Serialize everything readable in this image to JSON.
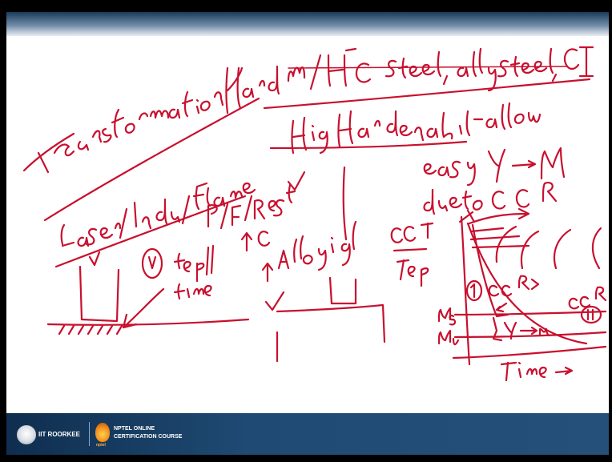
{
  "footer": {
    "institute_label": "IIT ROORKEE",
    "course_line1": "NPTEL ONLINE",
    "course_line2": "CERTIFICATION COURSE",
    "flame_label": "nptel"
  },
  "colors": {
    "ink": "#c8102e",
    "footer_bg": "#1f4a73",
    "top_band": "#1a3a5c"
  },
  "icons": [
    "iit-roorkee-logo-icon",
    "nptel-logo-icon"
  ]
}
